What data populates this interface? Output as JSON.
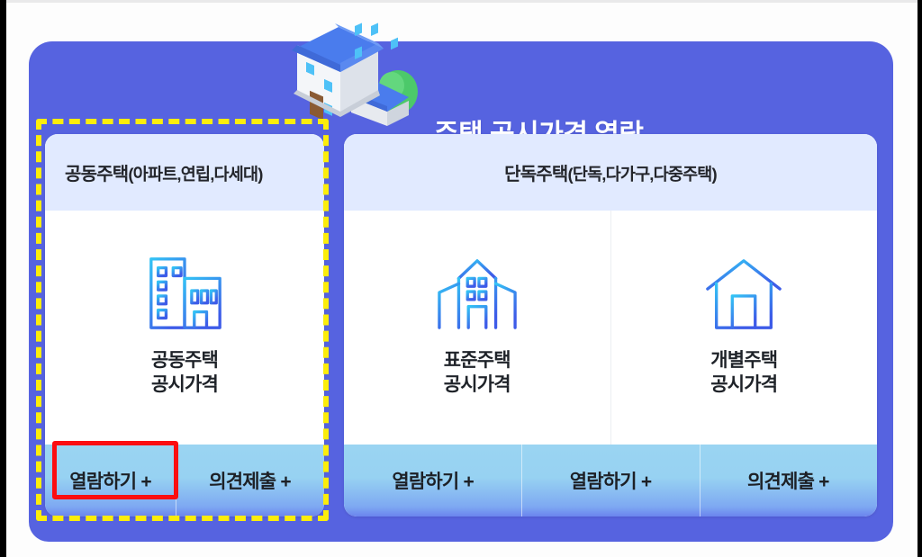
{
  "header": {
    "title": "주택 공시가격 열람",
    "illustration": "house-illustration"
  },
  "cards": [
    {
      "id": "apartment",
      "head_strong": "공동주택",
      "head_weak": "(아파트,연립,다세대)",
      "cells": [
        {
          "icon": "apartment-building-icon",
          "label_line1": "공동주택",
          "label_line2": "공시가격"
        }
      ],
      "actions": [
        {
          "label": "열람하기 +",
          "highlighted": true
        },
        {
          "label": "의견제출 +",
          "highlighted": false
        }
      ]
    },
    {
      "id": "detached",
      "head_strong": "단독주택",
      "head_weak": "(단독,다가구,다중주택)",
      "cells": [
        {
          "icon": "standard-house-icon",
          "label_line1": "표준주택",
          "label_line2": "공시가격"
        },
        {
          "icon": "individual-house-icon",
          "label_line1": "개별주택",
          "label_line2": "공시가격"
        }
      ],
      "actions": [
        {
          "label": "열람하기 +",
          "highlighted": false
        },
        {
          "label": "열람하기 +",
          "highlighted": false
        },
        {
          "label": "의견제출 +",
          "highlighted": false
        }
      ]
    }
  ],
  "annotations": {
    "dashed_box_color": "#FCED0B",
    "red_box_color": "#FC0D11",
    "panel_color": "#5663E0",
    "card_head_color": "#E1EAFF",
    "action_bar_top_color": "#9AD4F2",
    "action_bar_bottom_color": "#6B84EE",
    "icon_gradient_from": "#33C3F5",
    "icon_gradient_to": "#3D5BE8"
  }
}
